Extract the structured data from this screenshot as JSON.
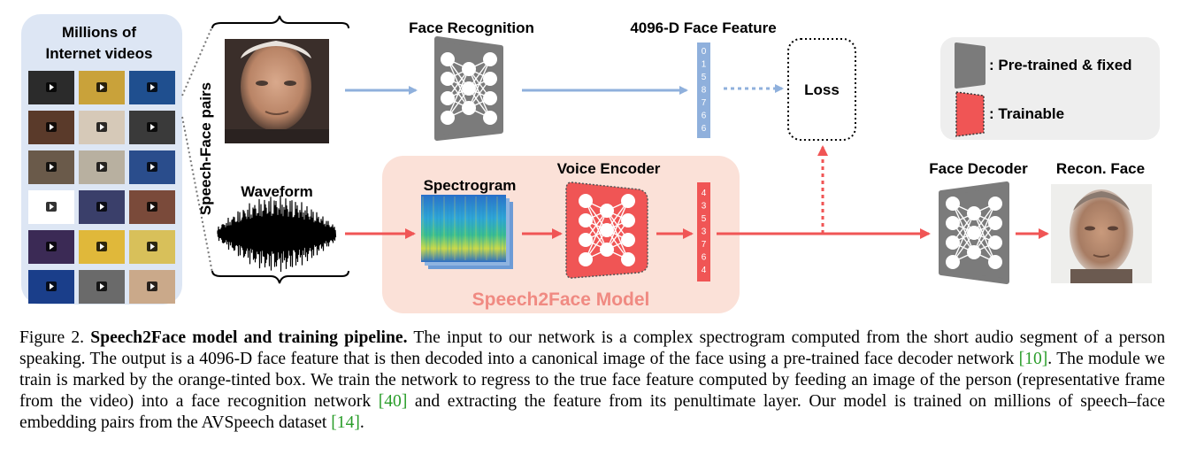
{
  "figure": {
    "source_panel": {
      "title_line1": "Millions of",
      "title_line2": "Internet videos"
    },
    "pairs_label": "Speech-Face pairs",
    "face_recognition": "Face Recognition",
    "face_feature": "4096-D Face Feature",
    "face_feature_digits": [
      "0",
      "1",
      "5",
      "8",
      "7",
      "6",
      "6"
    ],
    "loss": "Loss",
    "legend": {
      "pretrained": ": Pre-trained & fixed",
      "trainable": ": Trainable"
    },
    "waveform": "Waveform",
    "spectrogram": "Spectrogram",
    "voice_encoder": "Voice Encoder",
    "voice_feature_digits": [
      "4",
      "3",
      "5",
      "3",
      "7",
      "6",
      "4"
    ],
    "model_name": "Speech2Face Model",
    "face_decoder": "Face Decoder",
    "recon_face": "Recon. Face",
    "colors": {
      "blue_arrow": "#8fb0dc",
      "red": "#f05555",
      "panel": "#dde6f4",
      "model_box": "#fbe1d8",
      "gray_net": "#7b7b7b"
    }
  },
  "caption": {
    "label": "Figure 2.",
    "title": "Speech2Face model and training pipeline.",
    "part1": " The input to our network is a complex spectrogram computed from the short audio segment of a person speaking. The output is a 4096-D face feature that is then decoded into a canonical image of the face using a pre-trained face decoder network ",
    "ref1": "[10]",
    "part2": ". The module we train is marked by the orange-tinted box. We train the network to regress to the true face feature computed by feeding an image of the person (representative frame from the video) into a face recognition network ",
    "ref2": "[40]",
    "part3": " and extracting the feature from its penultimate layer. Our model is trained on millions of speech–face embedding pairs from the AVSpeech dataset ",
    "ref3": "[14]",
    "part4": "."
  }
}
